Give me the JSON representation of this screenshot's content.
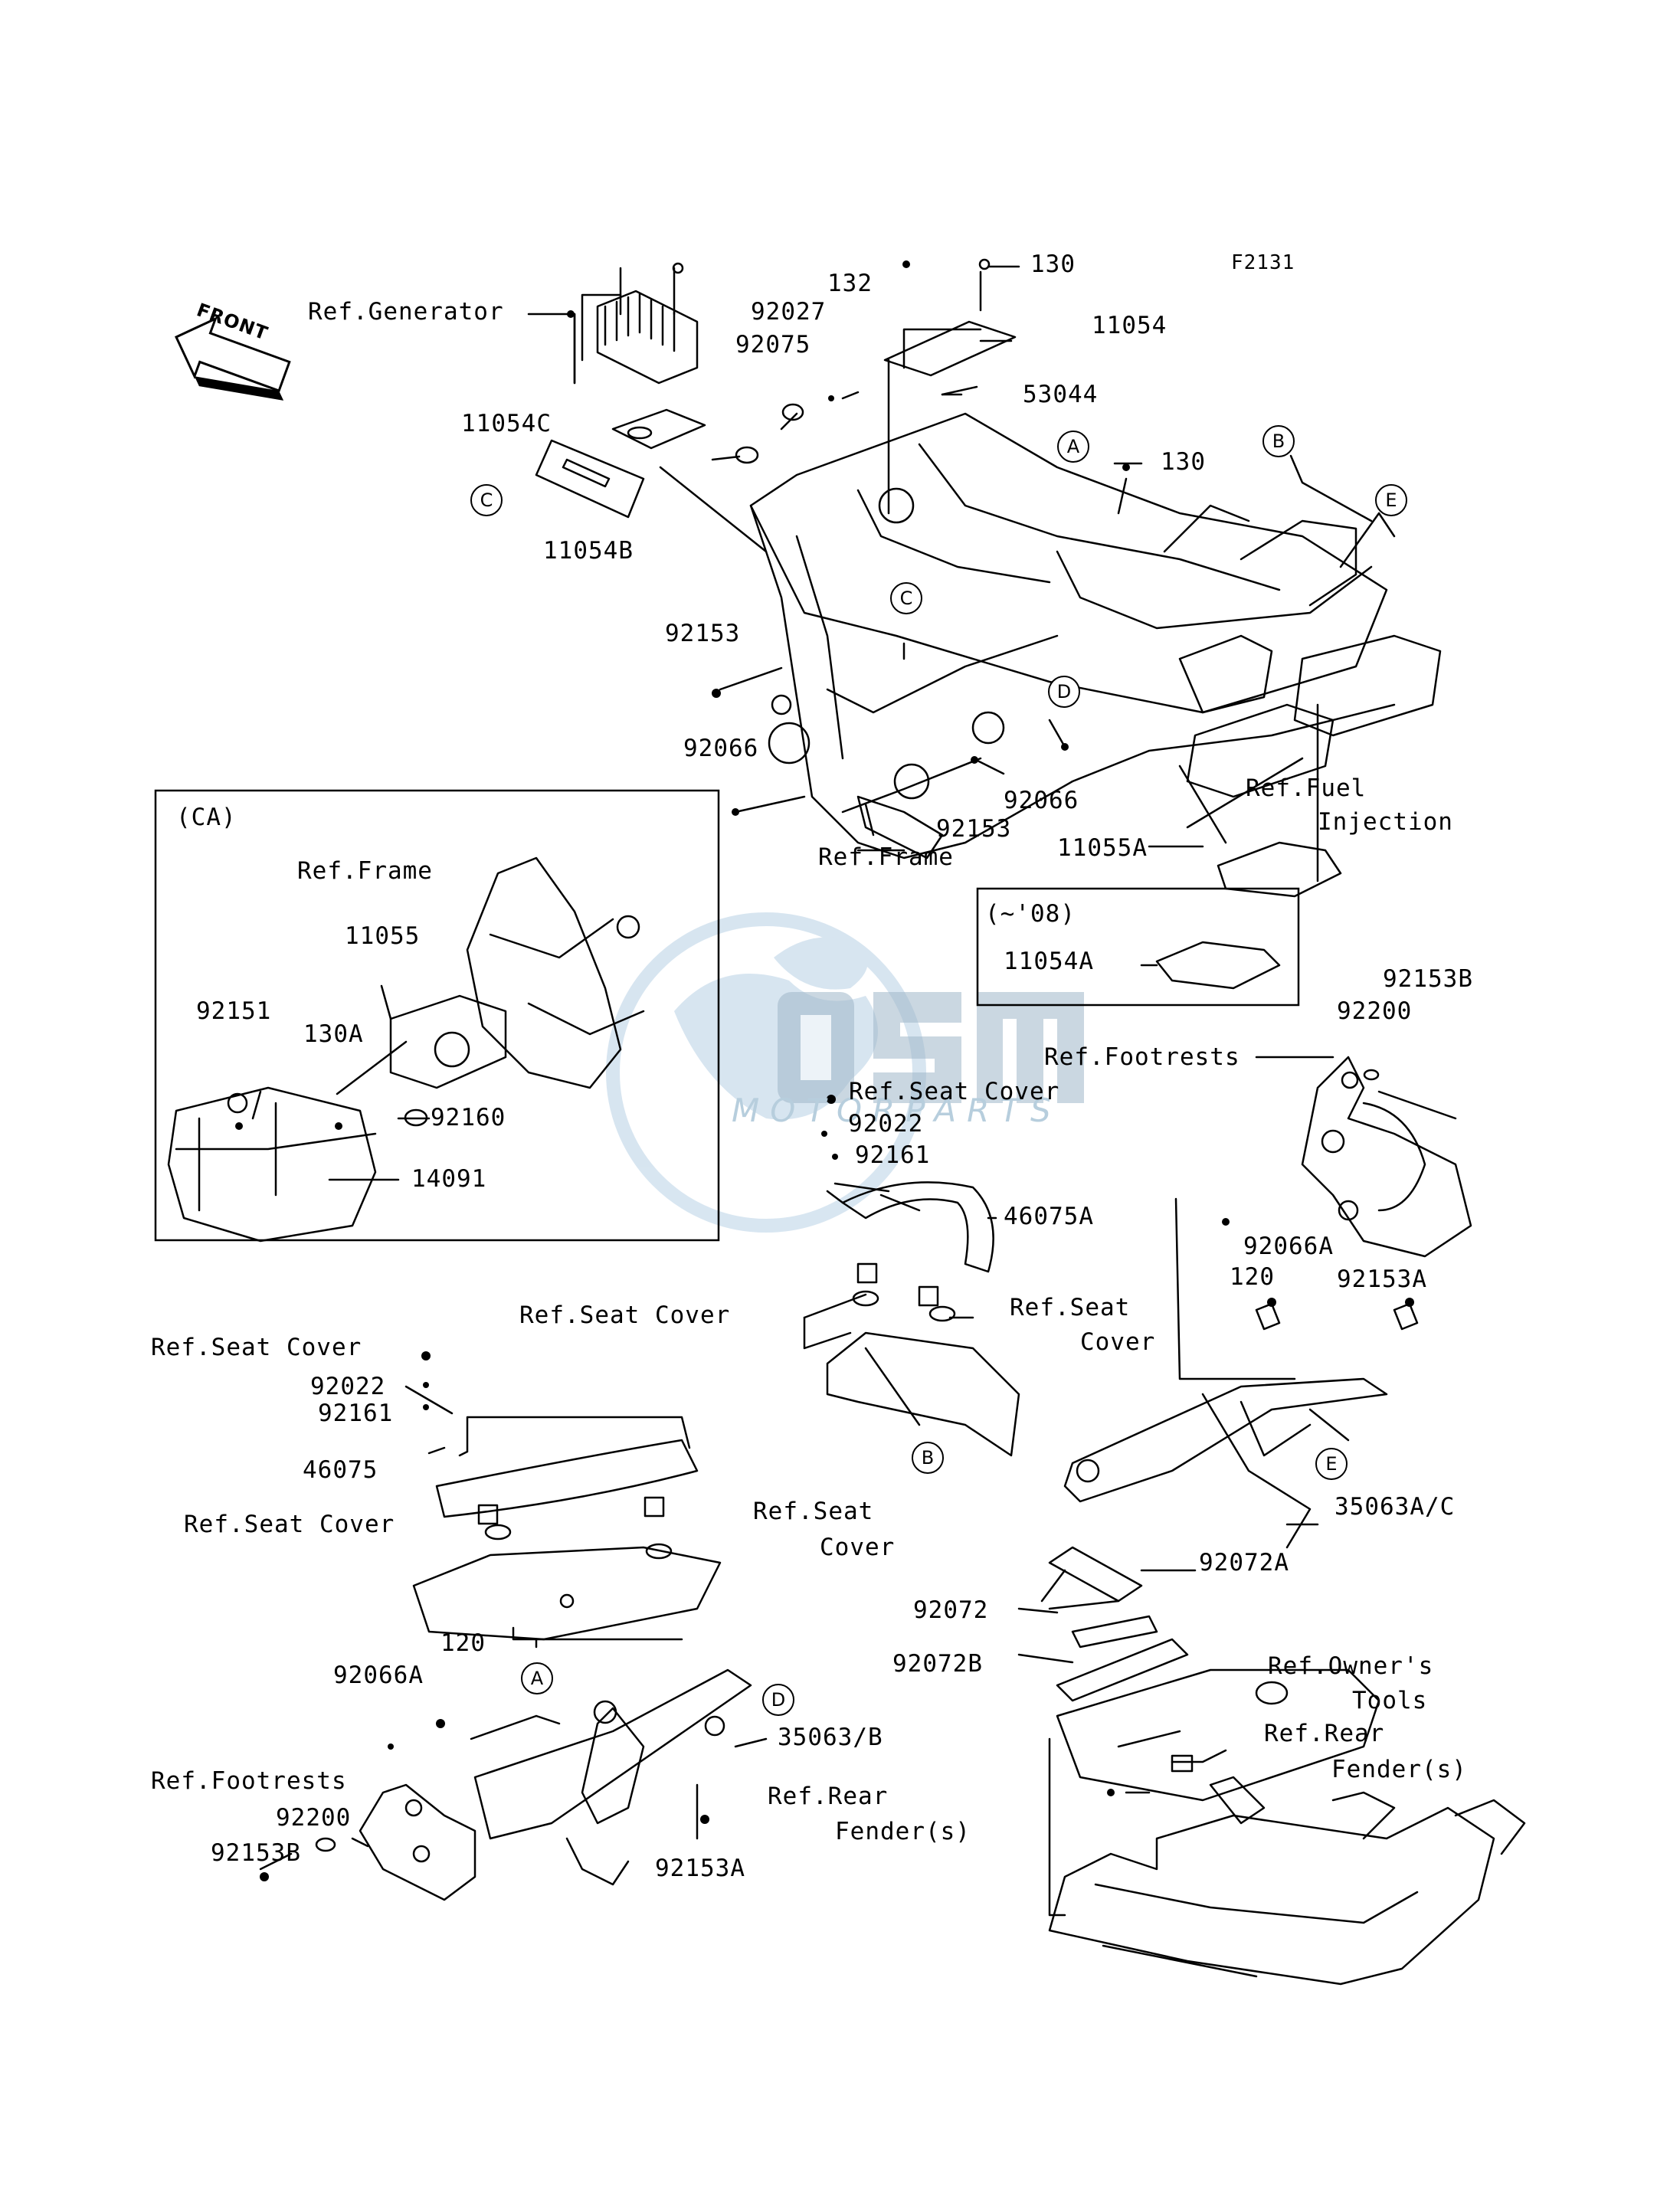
{
  "diagram_code": "F2131",
  "front_arrow": "FRONT",
  "watermark": {
    "brand": "OSM",
    "sub": "MOTORPARTS"
  },
  "callouts": [
    "A",
    "B",
    "C",
    "D",
    "E"
  ],
  "inset_ca": {
    "title": "(CA)"
  },
  "inset_08": {
    "title": "(~'08)"
  },
  "labels": {
    "ref_generator": "Ref.Generator",
    "p92027": "92027",
    "p132": "132",
    "p92075": "92075",
    "p11054C": "11054C",
    "p11054B": "11054B",
    "p130_top": "130",
    "p11054": "11054",
    "p53044": "53044",
    "p130_mid": "130",
    "p92153_a": "92153",
    "p92066_a": "92066",
    "p92153_b": "92153",
    "p92066_b": "92066",
    "ref_frame_main": "Ref.Frame",
    "ref_fuel": "Ref.Fuel",
    "injection": "Injection",
    "p11055A": "11055A",
    "p11054A": "11054A",
    "ca_ref_frame": "Ref.Frame",
    "ca_11055": "11055",
    "ca_92151": "92151",
    "ca_130A": "130A",
    "ca_92160": "92160",
    "ca_14091": "14091",
    "p92153B_r": "92153B",
    "p92200_r": "92200",
    "ref_footrests_r": "Ref.Footrests",
    "ref_seat_cover_1": "Ref.Seat Cover",
    "p92022_1": "92022",
    "p92161_1": "92161",
    "p46075A": "46075A",
    "ref_seat_cover_2": "Ref.Seat Cover",
    "ref_seat_3": "Ref.Seat",
    "cover_3": "Cover",
    "p92066A_r": "92066A",
    "p120_r": "120",
    "p92153A_r": "92153A",
    "ref_seat_cover_4": "Ref.Seat Cover",
    "p92022_2": "92022",
    "p92161_2": "92161",
    "p46075": "46075",
    "ref_seat_cover_5": "Ref.Seat Cover",
    "ref_seat_6": "Ref.Seat",
    "cover_6": "Cover",
    "p35063AC": "35063A/C",
    "p92072A": "92072A",
    "p92072": "92072",
    "p92072B": "92072B",
    "ref_owners": "Ref.Owner's",
    "tools": "Tools",
    "ref_rear_1": "Ref.Rear",
    "fender_1": "Fender(s)",
    "p120_l": "120",
    "p92066A_l": "92066A",
    "p35063B": "35063/B",
    "ref_footrests_l": "Ref.Footrests",
    "p92200_l": "92200",
    "p92153B_l": "92153B",
    "p92153A_l": "92153A",
    "ref_rear_2": "Ref.Rear",
    "fender_2": "Fender(s)"
  }
}
